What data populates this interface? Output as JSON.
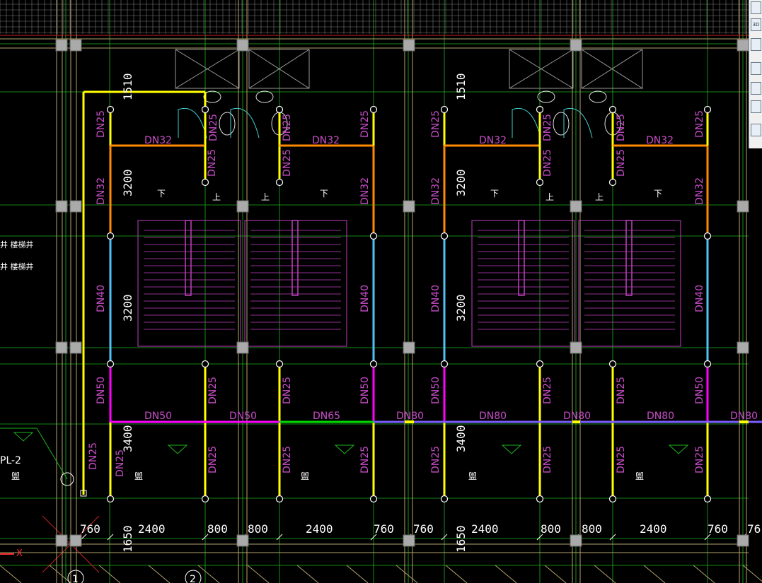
{
  "colors": {
    "background": "#000000",
    "grid": "#1db31d",
    "wall": "#b5a36a",
    "column": "#aaaaaa",
    "dn25": "#ffff00",
    "dn32": "#ff8a00",
    "dn40": "#4fc3f7",
    "dn50": "#ff00ff",
    "dn65": "#00dd00",
    "dn80": "#7b5cff",
    "stair": "#c040c0",
    "label": "#c84cc8",
    "dimension": "#ffffff",
    "fixture": "#40d0d0"
  },
  "pipe_labels": {
    "dn25": "DN25",
    "dn32": "DN32",
    "dn40": "DN40",
    "dn50": "DN50",
    "dn65": "DN65",
    "dn80": "DN80"
  },
  "dimensions": {
    "v_top": "1510",
    "v_mid": "3200",
    "v_low": "3200",
    "v_bottom": "3400",
    "v_base": "1650",
    "h_bottom_left": [
      "760",
      "2400",
      "800",
      "800",
      "2400",
      "760"
    ],
    "h_bottom_right": [
      "760",
      "2400",
      "800",
      "800",
      "2400",
      "760",
      "76"
    ]
  },
  "stair_text": {
    "down": "下",
    "up": "上"
  },
  "left_notes": [
    "井 楼梯井",
    "井 楼梯井"
  ],
  "pipe_tag": "PL-2",
  "room_tag": "盥",
  "axis_labels": [
    "1",
    "2"
  ],
  "axis_x": "X",
  "toolbar": {
    "btn1": "",
    "btn2": "3D",
    "btn3": "",
    "btn4": "",
    "btn5": "",
    "btn6": "",
    "btn7": ""
  }
}
